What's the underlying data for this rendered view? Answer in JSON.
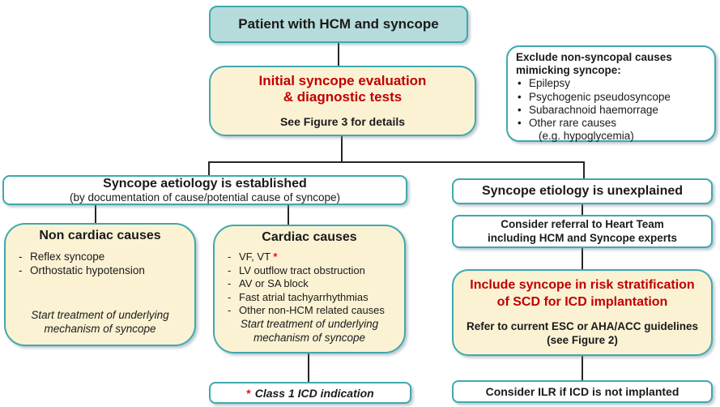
{
  "colors": {
    "teal_fill": "#b5dcdb",
    "teal_border": "#3fa9ad",
    "cream_fill": "#fbf2d4",
    "white_fill": "#ffffff",
    "red_text": "#c00000",
    "red_star": "#ee1111",
    "ink": "#1a1a1a",
    "line": "#262626"
  },
  "markers": {
    "dash": "-",
    "bullet": "•",
    "star": "*"
  },
  "nodes": {
    "patient": {
      "title": "Patient with HCM and syncope"
    },
    "initial": {
      "title_line1": "Initial syncope evaluation",
      "title_line2": "& diagnostic tests",
      "note": "See Figure 3 for details"
    },
    "exclude": {
      "heading_line1": "Exclude non-syncopal causes",
      "heading_line2": "mimicking syncope:",
      "bullets": [
        "Epilepsy",
        "Psychogenic pseudosyncope",
        "Subarachnoid haemorrage",
        "Other rare causes"
      ],
      "sub_bullet": "(e.g. hypoglycemia)"
    },
    "established": {
      "title": "Syncope aetiology is established",
      "subtitle": "(by documentation of cause/potential cause of syncope)"
    },
    "non_cardiac": {
      "title": "Non cardiac causes",
      "items": [
        "Reflex syncope",
        "Orthostatic hypotension"
      ],
      "footer": "Start treatment of underlying mechanism of syncope"
    },
    "cardiac": {
      "title": "Cardiac causes",
      "items": [
        "VF, VT",
        "LV outflow tract obstruction",
        "AV or SA block",
        "Fast atrial tachyarrhythmias",
        "Other non-HCM related causes"
      ],
      "footer": "Start treatment of underlying mechanism of syncope"
    },
    "class1": {
      "label": "Class 1 ICD indication"
    },
    "unexplained": {
      "title": "Syncope etiology is unexplained"
    },
    "referral": {
      "line1": "Consider referral to Heart Team",
      "line2": "including HCM and Syncope experts"
    },
    "risk": {
      "title_line1": "Include syncope in risk stratification",
      "title_line2": "of SCD for ICD implantation",
      "note_line1": "Refer to current ESC or AHA/ACC guidelines",
      "note_line2": "(see Figure 2)"
    },
    "ilr": {
      "title": "Consider ILR if ICD is not implanted"
    }
  }
}
